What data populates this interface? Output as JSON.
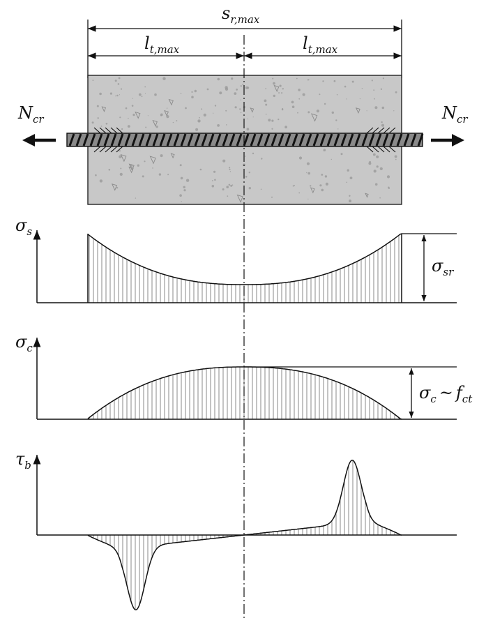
{
  "dimensions": {
    "total": {
      "main": "s",
      "sub": "r,max"
    },
    "left": {
      "main": "l",
      "sub": "t,max"
    },
    "right": {
      "main": "l",
      "sub": "t,max"
    }
  },
  "forces": {
    "left": {
      "main": "N",
      "sub": "cr"
    },
    "right": {
      "main": "N",
      "sub": "cr"
    }
  },
  "plots": {
    "steel_stress": {
      "axis": {
        "main": "σ",
        "sub": "s"
      },
      "range": {
        "main": "σ",
        "sub": "sr"
      }
    },
    "concrete_stress": {
      "axis": {
        "main": "σ",
        "sub": "c"
      },
      "range": {
        "main": "σ",
        "sub": "c",
        "tilde": "~",
        "f": "f",
        "fsub": "ct"
      }
    },
    "bond_stress": {
      "axis": {
        "main": "τ",
        "sub": "b"
      }
    }
  },
  "colors": {
    "concrete": "#c8c8c8",
    "aggregate": "#9a9a9a",
    "rebar": "#8a8a8a",
    "ink": "#111111"
  }
}
